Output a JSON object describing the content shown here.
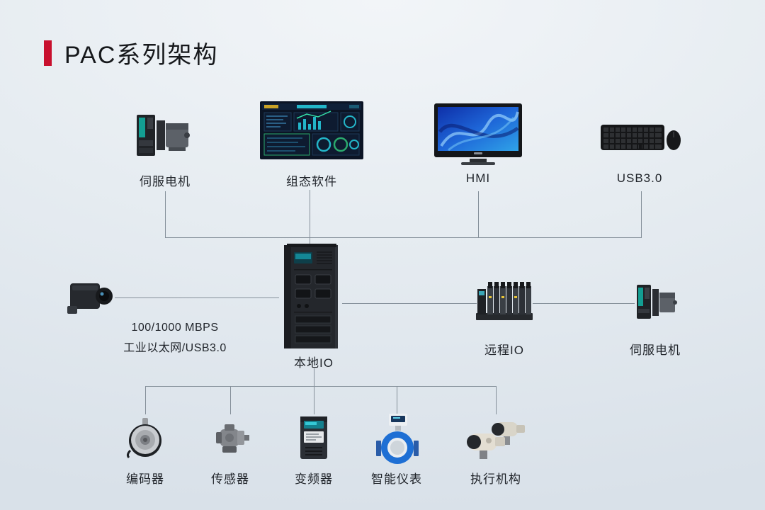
{
  "title": "PAC系列架构",
  "colors": {
    "accent_red": "#C8102E",
    "connector_line": "#85909A",
    "text": "#1F2329",
    "background_top": "#F2F5F8",
    "background_bottom": "#D9E1E9"
  },
  "top_row": [
    {
      "label": "伺服电机",
      "icon": "servo-drive-and-motor"
    },
    {
      "label": "组态软件",
      "icon": "scada-dashboard-screen"
    },
    {
      "label": "HMI",
      "icon": "hmi-touch-monitor"
    },
    {
      "label": "USB3.0",
      "icon": "keyboard-and-mouse"
    }
  ],
  "middle_row": {
    "camera_icon": "industrial-camera",
    "ethernet_label_line1": "100/1000 MBPS",
    "ethernet_label_line2": "工业以太网/USB3.0",
    "controller_icon": "pac-controller-tower",
    "controller_label": "本地IO",
    "remote_io_icon": "remote-io-slice-modules",
    "remote_io_label": "远程IO",
    "servo_right_icon": "servo-drive-and-motor",
    "servo_right_label": "伺服电机"
  },
  "bottom_row": [
    {
      "label": "编码器",
      "icon": "rotary-encoder"
    },
    {
      "label": "传感器",
      "icon": "sensor"
    },
    {
      "label": "变频器",
      "icon": "variable-frequency-drive"
    },
    {
      "label": "智能仪表",
      "icon": "electromagnetic-flowmeter"
    },
    {
      "label": "执行机构",
      "icon": "valve-actuators"
    }
  ]
}
